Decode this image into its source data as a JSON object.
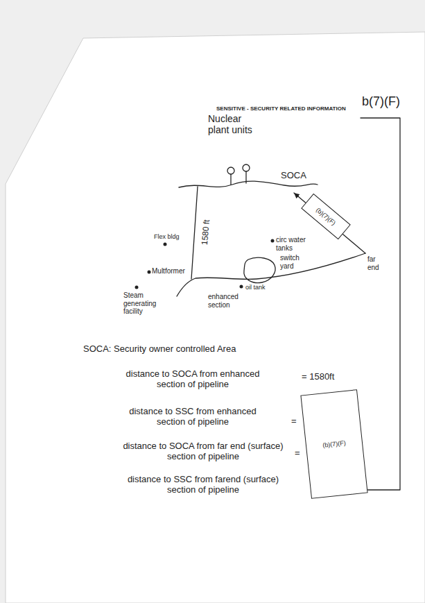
{
  "diagram": {
    "nodes": [
      {
        "text": [
          "(b)(7)(F)"
        ]
      },
      {
        "text": [
          "(b)(7)(F)"
        ]
      }
    ],
    "labels": [
      "SENSITIVE - SECURITY RELATED INFORMATION",
      "b(7)(F)",
      "Nuclear plant units",
      "SOCA",
      "circ water tanks",
      "switch yard",
      "far end",
      "1580 ft",
      "Flex bldg",
      "Multformer",
      "Steam generating facility",
      "oil tank",
      "enhanced section",
      "SOCA: Security owner controlled Area",
      "distance to SOCA from enhanced section of pipeline",
      "= 1580ft",
      "distance to SSC from enhanced section of pipeline",
      "=",
      "distance to SOCA from far end (surface) section of pipeline",
      "=",
      "distance to SSC from farend (surface) section of pipeline"
    ]
  }
}
